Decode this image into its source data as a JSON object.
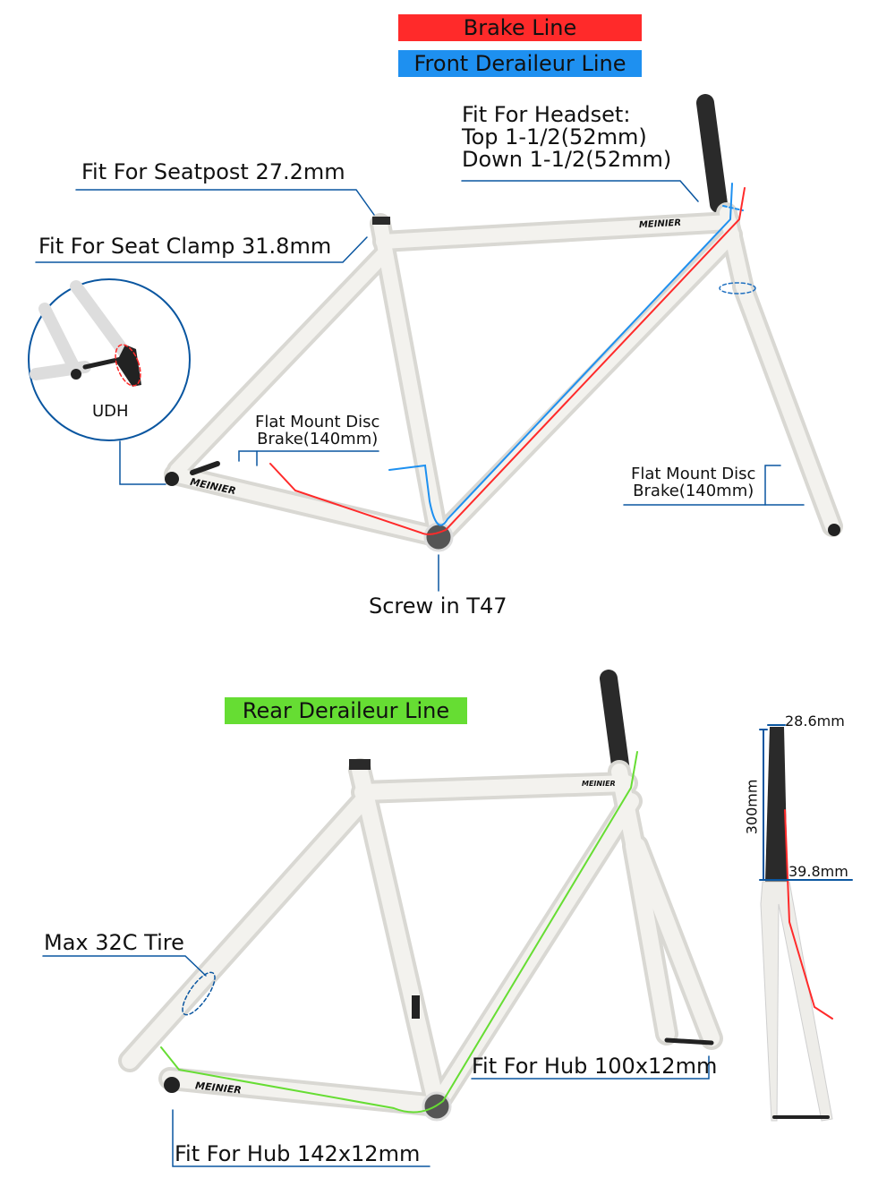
{
  "legend": {
    "brake_line": "Brake Line",
    "front_derailleur_line": "Front Deraileur Line",
    "rear_derailleur_line": "Rear Deraileur Line"
  },
  "colors": {
    "brake": "#ff2a2a",
    "front": "#1e90f0",
    "rear": "#66dd33",
    "callout": "#0a56a0",
    "frame": "#efeeea"
  },
  "top_frame": {
    "brand": "MEINIER",
    "headset": [
      "Fit For Headset:",
      "Top 1-1/2(52mm)",
      "Down 1-1/2(52mm)"
    ],
    "seatpost": "Fit For Seatpost 27.2mm",
    "seat_clamp": "Fit For Seat Clamp 31.8mm",
    "udh": "UDH",
    "rear_brake": [
      "Flat Mount Disc",
      "Brake(140mm)"
    ],
    "front_brake": [
      "Flat Mount Disc",
      "Brake(140mm)"
    ],
    "bb": "Screw in T47"
  },
  "bottom_frame": {
    "brand": "MEINIER",
    "tire": "Max 32C Tire",
    "front_hub": "Fit For Hub 100x12mm",
    "rear_hub": "Fit For Hub 142x12mm"
  },
  "fork": {
    "top_diameter": "28.6mm",
    "steerer_length": "300mm",
    "bottom_diameter": "39.8mm"
  }
}
